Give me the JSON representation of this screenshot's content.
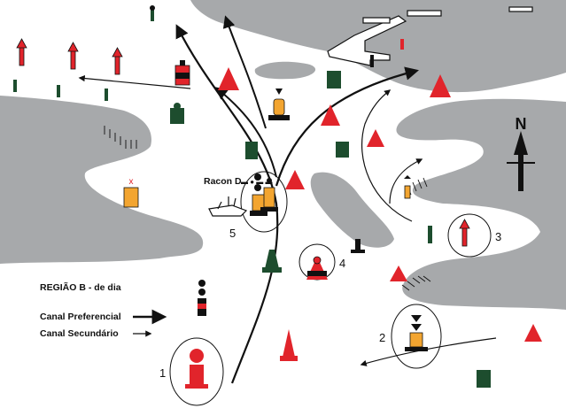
{
  "labels": {
    "region": "REGIÃO B - de dia",
    "preferred_channel": "Canal Preferencial",
    "secondary_channel": "Canal Secundário",
    "racon": "Racon D",
    "racon_code": "▬ ● ▬ ▬",
    "north": "N"
  },
  "callouts": [
    "1",
    "2",
    "3",
    "4",
    "5"
  ],
  "colors": {
    "land": "#a7a9ab",
    "red": "#e1242b",
    "green": "#1d4d2e",
    "yellow": "#f3a530",
    "black": "#111111"
  }
}
